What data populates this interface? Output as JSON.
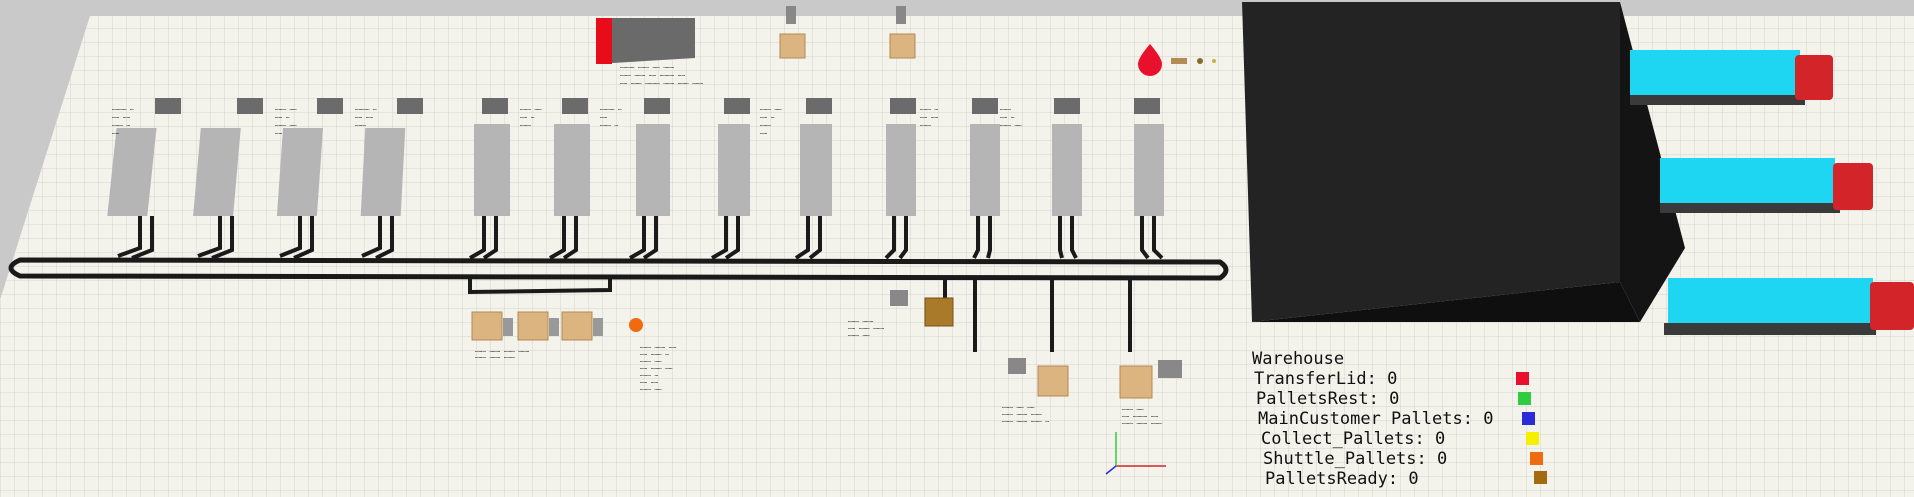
{
  "legend": {
    "title": "Warehouse",
    "items": [
      {
        "label": "TransferLid",
        "value": "0",
        "color": "#e8102a"
      },
      {
        "label": "PalletsRest",
        "value": "0",
        "color": "#2ecc40"
      },
      {
        "label": "MainCustomer Pallets",
        "value": "0",
        "color": "#2b2bd8"
      },
      {
        "label": "Collect_Pallets",
        "value": "0",
        "color": "#f5f000"
      },
      {
        "label": "Shuttle_Pallets",
        "value": "0",
        "color": "#f06a10"
      },
      {
        "label": "PalletsReady",
        "value": "0",
        "color": "#a36a12"
      }
    ]
  },
  "colors": {
    "floor": "#f3f3ec",
    "grid": "#d6d6cf",
    "background": "#c9c9c9",
    "warehouse": "#1d1d1d",
    "truck_trailer": "#1ed6f2",
    "truck_cab": "#d3242a",
    "conveyor": "#1a1a1a",
    "machine": "#b5b5b5",
    "box": "#dcb47f"
  },
  "icons": [
    "machine-icon",
    "truck-icon",
    "warehouse-building-icon",
    "pallet-box-icon",
    "source-droplet-icon",
    "axis-gizmo-icon"
  ]
}
